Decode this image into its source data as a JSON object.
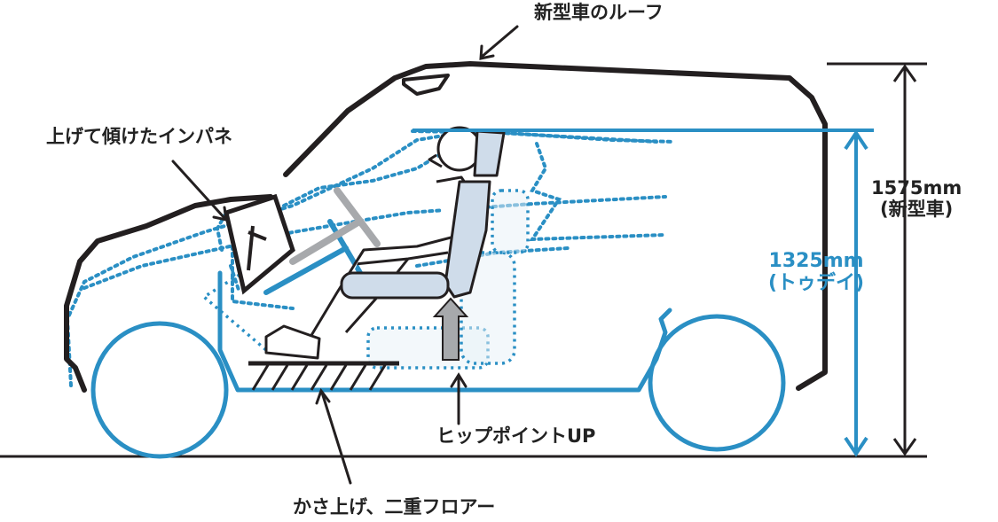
{
  "labels": {
    "roof": "新型車のルーフ",
    "instrument_panel": "上げて傾けたインパネ",
    "new_height_value": "1575mm",
    "new_height_note": "(新型車)",
    "tou_height_value": "1325mm",
    "tou_height_note": "(トゥデイ)",
    "hip_point": "ヒップポイントUP",
    "floor": "かさ上げ、二重フロアー"
  },
  "colors": {
    "new_car_outline": "#231f20",
    "old_car_outline": "#2a8fc4",
    "seat_fill": "#cfdcea",
    "arrow_gray": "#a7a9ac"
  }
}
